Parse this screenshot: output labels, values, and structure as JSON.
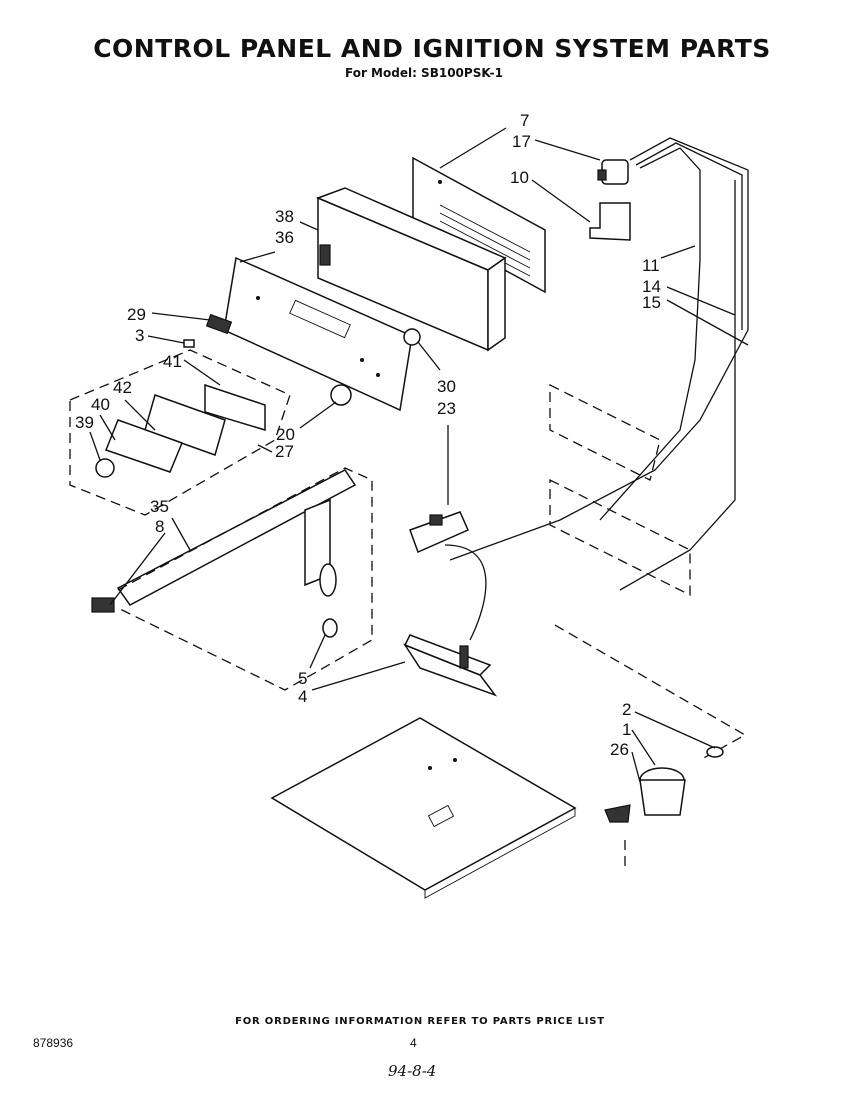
{
  "header": {
    "title": "CONTROL PANEL AND IGNITION SYSTEM PARTS",
    "subtitle": "For Model: SB100PSK-1"
  },
  "callouts": [
    "7",
    "17",
    "10",
    "11",
    "14",
    "15",
    "38",
    "36",
    "29",
    "3",
    "41",
    "42",
    "40",
    "39",
    "30",
    "23",
    "20",
    "27",
    "35",
    "8",
    "5",
    "4",
    "2",
    "1",
    "26"
  ],
  "footer": {
    "ordering_note": "FOR ORDERING INFORMATION REFER TO PARTS PRICE LIST",
    "document_number": "878936",
    "page_number": "4",
    "handwritten_date": "94-8-4"
  }
}
